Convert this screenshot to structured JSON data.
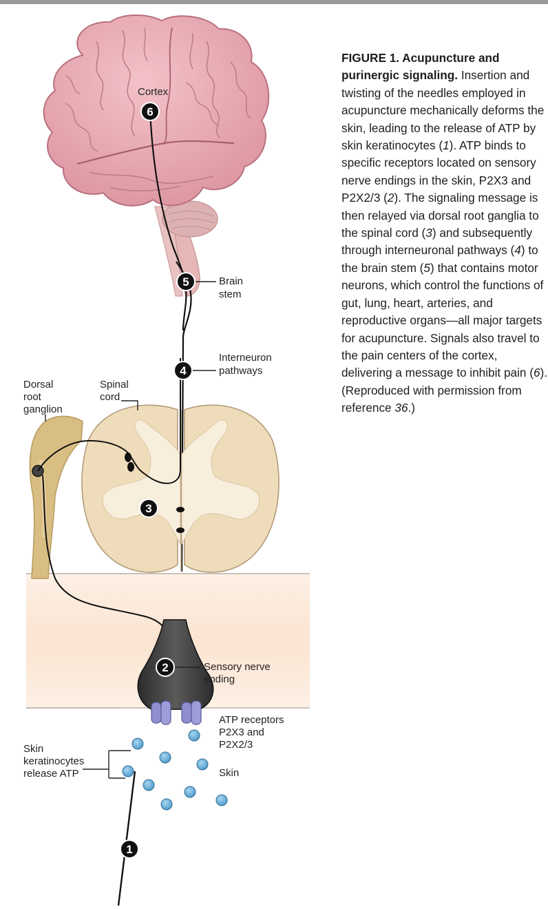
{
  "diagram": {
    "labels": {
      "cortex": "Cortex",
      "brain_stem_1": "Brain",
      "brain_stem_2": "stem",
      "interneuron_1": "Interneuron",
      "interneuron_2": "pathways",
      "dorsal_1": "Dorsal",
      "dorsal_2": "root",
      "dorsal_3": "ganglion",
      "spinal_1": "Spinal",
      "spinal_2": "cord",
      "sensory_1": "Sensory nerve",
      "sensory_2": "ending",
      "atp_1": "ATP receptors",
      "atp_2": "P2X3 and",
      "atp_3": "P2X2/3",
      "kera_1": "Skin",
      "kera_2": "keratinocytes",
      "kera_3": "release ATP",
      "skin": "Skin"
    },
    "markers": [
      "1",
      "2",
      "3",
      "4",
      "5",
      "6"
    ]
  },
  "caption": {
    "lead": "FIGURE 1. Acupuncture and purinergic signaling.",
    "body": "Insertion and twisting of the needles employed in acupuncture mechanically deforms the skin, leading to the release of ATP by skin keratinocytes (",
    "r1": "1",
    "t2": "). ATP binds to specific receptors located on sensory nerve endings in the skin, P2X3 and P2X2/3 (",
    "r2": "2",
    "t3": "). The signaling message is then relayed via dorsal root ganglia to the spinal cord (",
    "r3": "3",
    "t4": ") and subsequently through interneuronal pathways (",
    "r4": "4",
    "t5": ") to the brain stem (",
    "r5": "5",
    "t6": ") that contains motor neurons, which control the functions of gut, lung, heart, arteries, and reproductive organs—all major targets for acupuncture. Signals also travel to the pain centers of the cortex, delivering a message to inhibit pain (",
    "r6": "6",
    "t7": "). (Reproduced with permission from reference ",
    "ref": "36",
    "t8": ".)"
  },
  "colors": {
    "brain": "#e8a8b0",
    "spinal_cord": "#efdcba",
    "skin": "#fbe6d4",
    "ganglion": "#d9be84",
    "receptor": "#8f8fcf",
    "atp": "#6fb2dc",
    "nerve_ending": "#3d3d3d"
  }
}
